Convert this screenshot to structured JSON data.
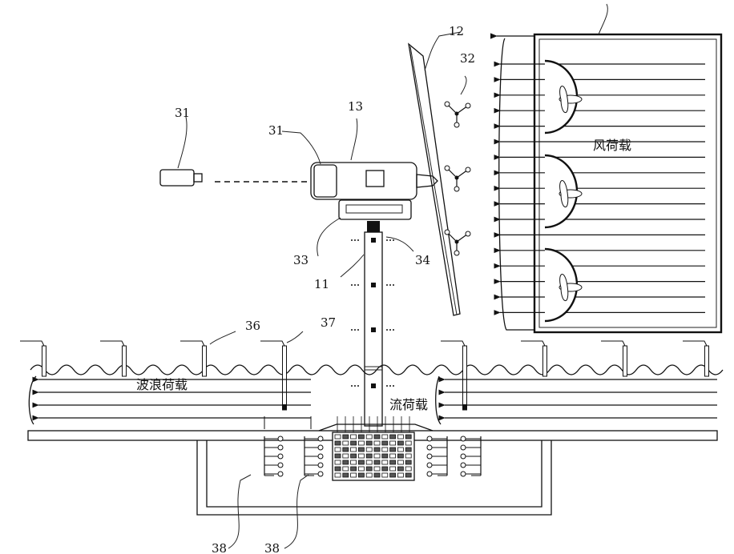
{
  "labels": {
    "wind_load": "风荷载",
    "wave_load": "波浪荷载",
    "current_load": "流荷载"
  },
  "ref_numbers": {
    "n12": "12",
    "n32": "32",
    "n13": "13",
    "n31_left": "31",
    "n31_top": "31",
    "n33": "33",
    "n34": "34",
    "n11": "11",
    "n36": "36",
    "n37": "37",
    "n38_left": "38",
    "n38_right": "38"
  },
  "colors": {
    "line": "#111111",
    "background": "#ffffff"
  }
}
